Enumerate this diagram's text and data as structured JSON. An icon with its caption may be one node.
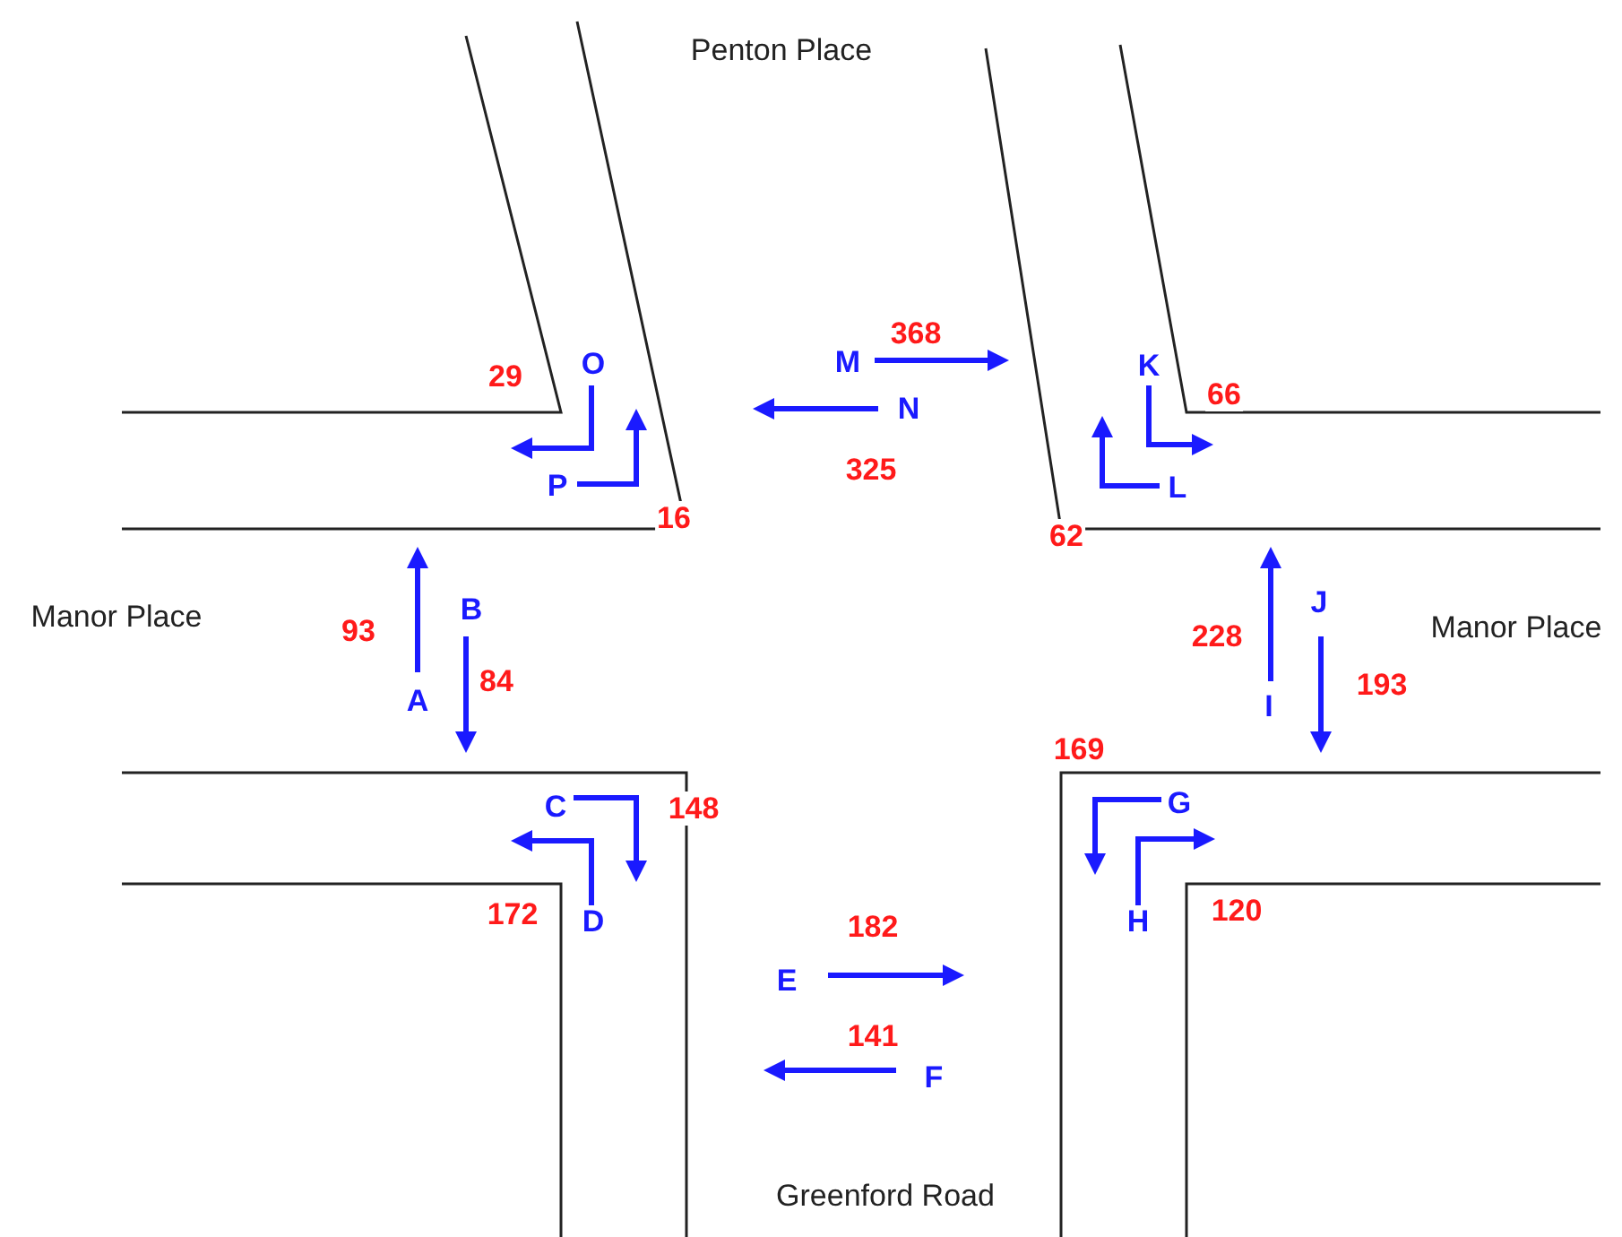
{
  "diagram": {
    "labels": [
      "Penton Place",
      "368",
      "M",
      "29",
      "O",
      "K",
      "66",
      "N",
      "325",
      "P",
      "L",
      "16",
      "62",
      "Manor Place",
      "93",
      "B",
      "228",
      "J",
      "Manor Place",
      "84",
      "193",
      "A",
      "I",
      "169",
      "C",
      "148",
      "G",
      "172",
      "D",
      "H",
      "120",
      "182",
      "E",
      "141",
      "F",
      "Greenford Road"
    ]
  }
}
